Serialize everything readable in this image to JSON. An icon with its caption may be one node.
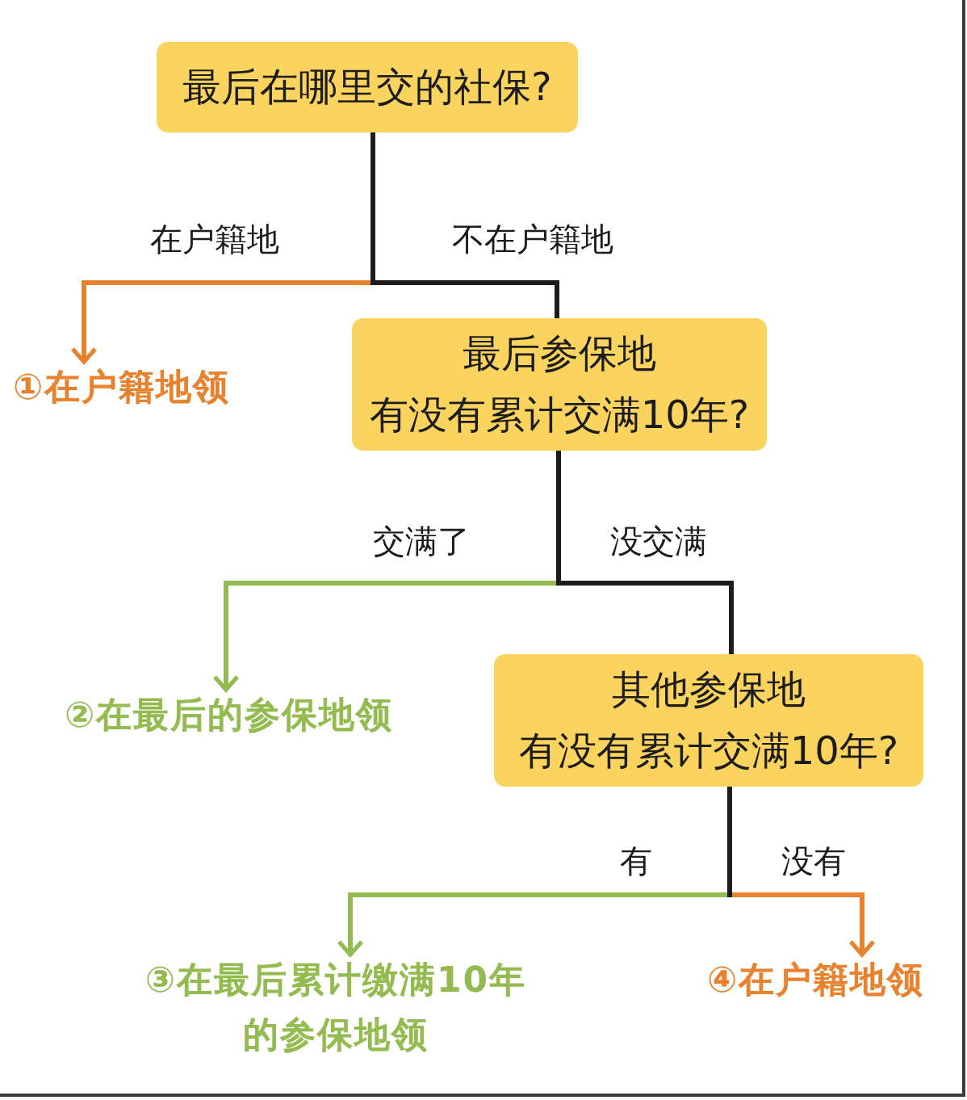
{
  "diagram": {
    "nodes": [
      {
        "text": [
          "最后在哪里交的社保?"
        ]
      },
      {
        "text": [
          "①在户籍地领"
        ]
      },
      {
        "text": [
          "最后参保地",
          "有没有累计交满10年?"
        ]
      },
      {
        "text": [
          "②在最后的参保地领"
        ]
      },
      {
        "text": [
          "其他参保地",
          "有没有累计交满10年?"
        ]
      },
      {
        "text": [
          "③在最后累计缴满10年的参保地领"
        ]
      },
      {
        "text": [
          "④在户籍地领"
        ]
      }
    ],
    "edges": [
      {
        "from": 0,
        "to": 1,
        "arrow": "to",
        "label": "在户籍地",
        "color": "#e8822e"
      },
      {
        "from": 0,
        "to": 2,
        "arrow": "none",
        "label": "不在户籍地",
        "color": "#1c1c1c"
      },
      {
        "from": 2,
        "to": 3,
        "arrow": "to",
        "label": "交满了",
        "color": "#93bb50"
      },
      {
        "from": 2,
        "to": 4,
        "arrow": "none",
        "label": "没交满",
        "color": "#1c1c1c"
      },
      {
        "from": 4,
        "to": 5,
        "arrow": "to",
        "label": "有",
        "color": "#93bb50"
      },
      {
        "from": 4,
        "to": 6,
        "arrow": "to",
        "label": "没有",
        "color": "#e8822e"
      }
    ]
  }
}
